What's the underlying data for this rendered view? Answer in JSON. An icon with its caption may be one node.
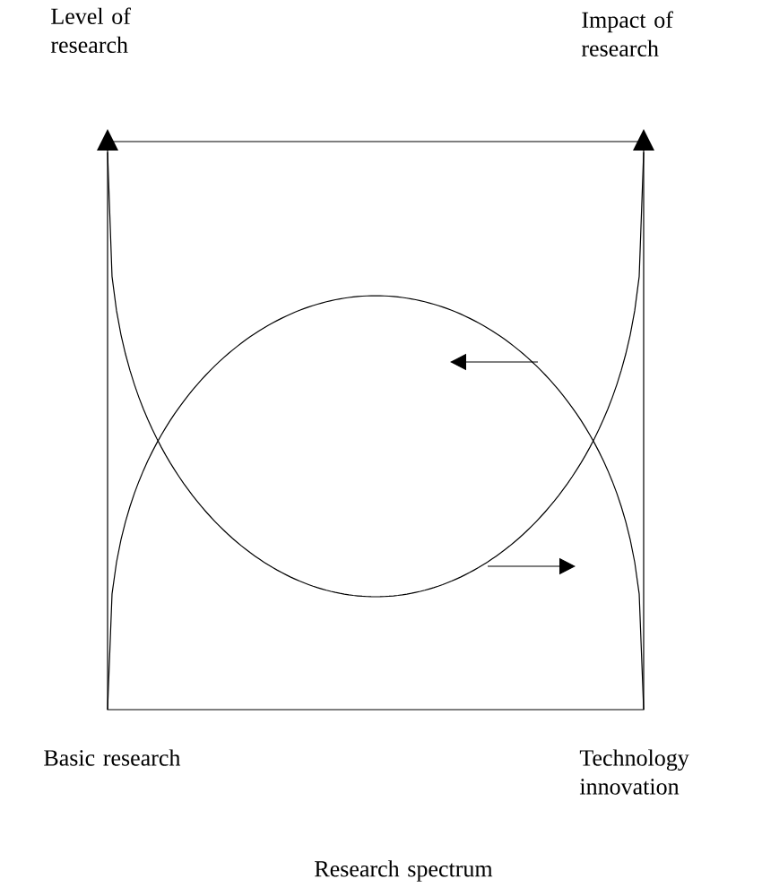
{
  "diagram": {
    "labels": [
      "Level of research",
      "Impact of research",
      "Basic research",
      "Technology innovation",
      "Research spectrum"
    ]
  }
}
